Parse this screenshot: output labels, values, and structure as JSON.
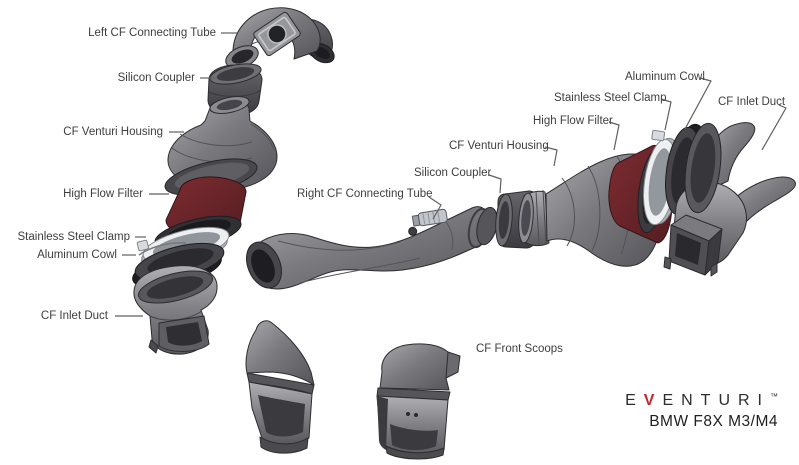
{
  "labels": {
    "left_connecting_tube": "Left CF Connecting Tube",
    "silicon_coupler_left": "Silicon Coupler",
    "venturi_housing_left": "CF Venturi Housing",
    "high_flow_filter_left": "High Flow Filter",
    "stainless_steel_clamp_left": "Stainless Steel Clamp",
    "aluminum_cowl_left": "Aluminum Cowl",
    "inlet_duct_left": "CF Inlet Duct",
    "right_connecting_tube": "Right CF Connecting Tube",
    "silicon_coupler_right": "Silicon Coupler",
    "venturi_housing_right": "CF Venturi Housing",
    "high_flow_filter_right": "High Flow Filter",
    "stainless_steel_clamp_right": "Stainless Steel Clamp",
    "aluminum_cowl_right": "Aluminum Cowl",
    "inlet_duct_right": "CF Inlet Duct",
    "front_scoops": "CF Front Scoops"
  },
  "brand": {
    "logo_prefix": "E",
    "logo_v": "V",
    "logo_suffix": "ENTURI",
    "logo_trademark": "™",
    "model_line": "BMW F8X M3/M4",
    "logo_text_color": "#2d2d2d",
    "logo_red": "#c1272d"
  },
  "palette": {
    "part_gray": "#7b7b7f",
    "filter_red": "#5f2227",
    "clamp_silver": "#eef0f2",
    "cowl_dark": "#45454a",
    "label_text": "#3e3e3e",
    "background": "#ffffff"
  }
}
